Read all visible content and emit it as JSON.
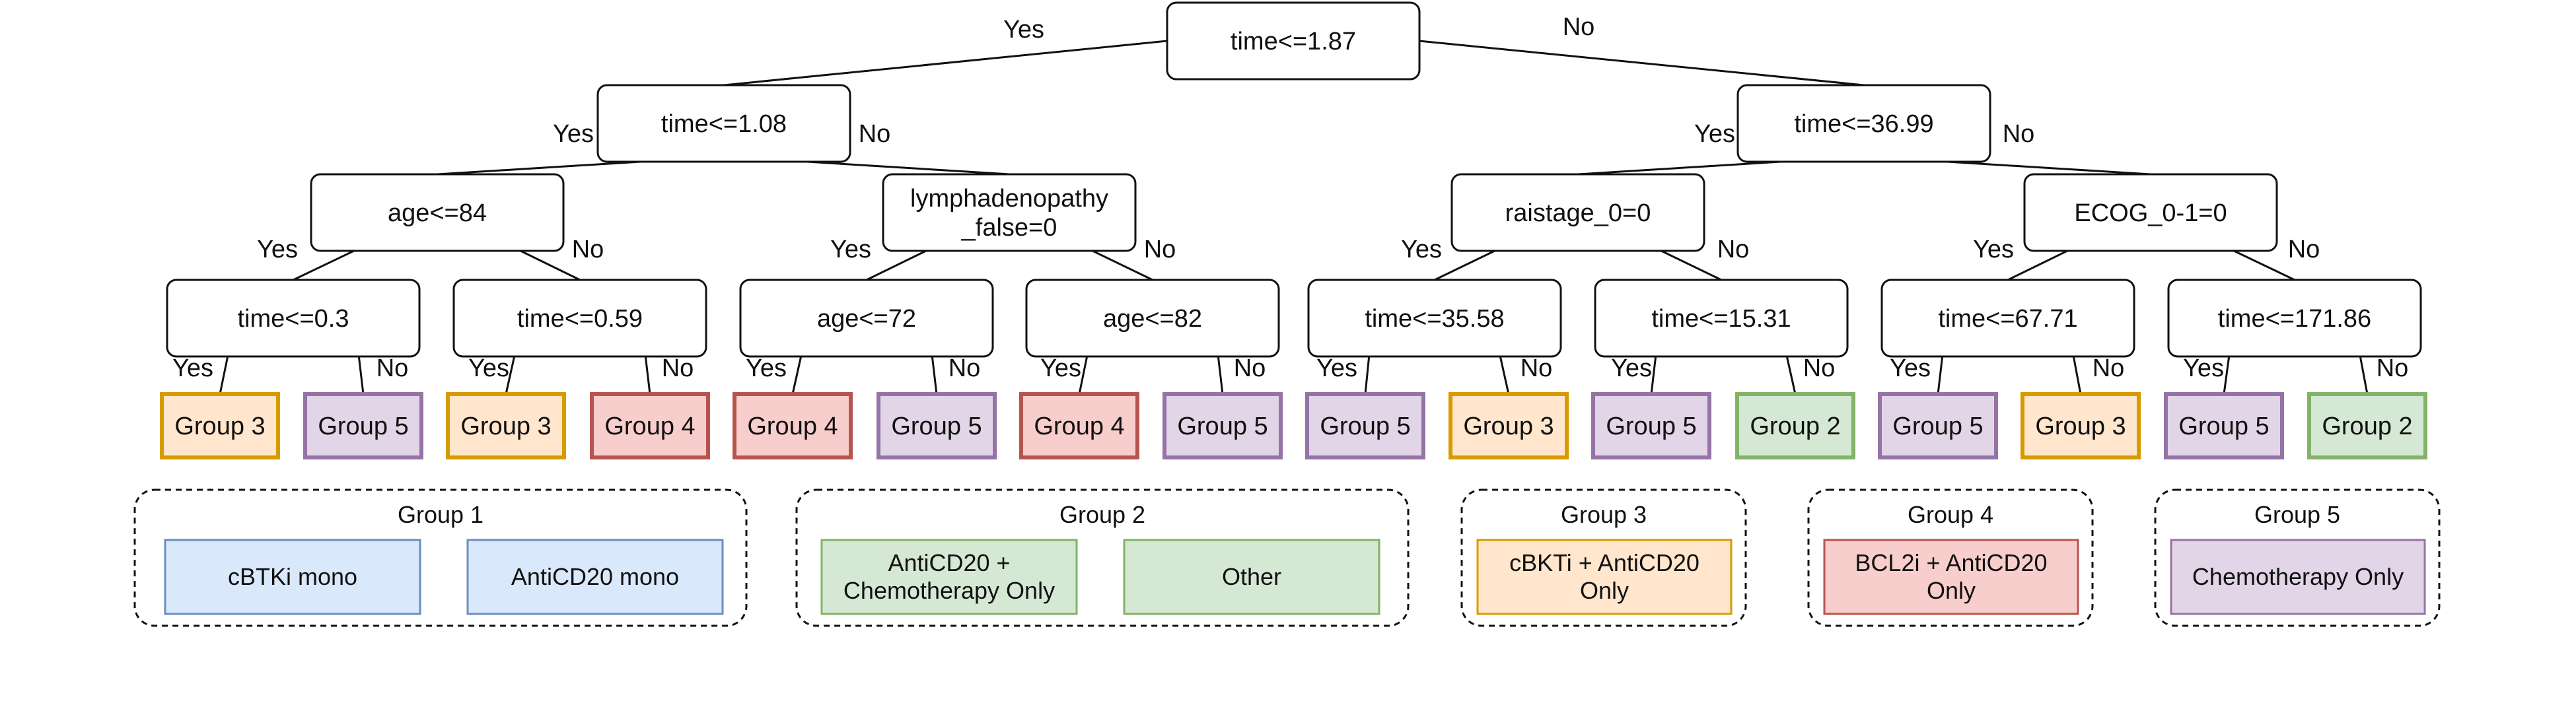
{
  "tree": {
    "nodes": [
      {
        "id": "n1",
        "lines": [
          "time<=1.87"
        ]
      },
      {
        "id": "n2",
        "lines": [
          "time<=1.08"
        ]
      },
      {
        "id": "n3",
        "lines": [
          "time<=36.99"
        ]
      },
      {
        "id": "n4",
        "lines": [
          "age<=84"
        ]
      },
      {
        "id": "n5",
        "lines": [
          "lymphadenopathy",
          "_false=0"
        ]
      },
      {
        "id": "n6",
        "lines": [
          "raistage_0=0"
        ]
      },
      {
        "id": "n7",
        "lines": [
          "ECOG_0-1=0"
        ]
      },
      {
        "id": "n8",
        "lines": [
          "time<=0.3"
        ]
      },
      {
        "id": "n9",
        "lines": [
          "time<=0.59"
        ]
      },
      {
        "id": "n10",
        "lines": [
          "age<=72"
        ]
      },
      {
        "id": "n11",
        "lines": [
          "age<=82"
        ]
      },
      {
        "id": "n12",
        "lines": [
          "time<=35.58"
        ]
      },
      {
        "id": "n13",
        "lines": [
          "time<=15.31"
        ]
      },
      {
        "id": "n14",
        "lines": [
          "time<=67.71"
        ]
      },
      {
        "id": "n15",
        "lines": [
          "time<=171.86"
        ]
      }
    ],
    "leaves": [
      {
        "label": "Group 3",
        "group": 3
      },
      {
        "label": "Group 5",
        "group": 5
      },
      {
        "label": "Group 3",
        "group": 3
      },
      {
        "label": "Group 4",
        "group": 4
      },
      {
        "label": "Group 4",
        "group": 4
      },
      {
        "label": "Group 5",
        "group": 5
      },
      {
        "label": "Group 4",
        "group": 4
      },
      {
        "label": "Group 5",
        "group": 5
      },
      {
        "label": "Group 5",
        "group": 5
      },
      {
        "label": "Group 3",
        "group": 3
      },
      {
        "label": "Group 5",
        "group": 5
      },
      {
        "label": "Group 2",
        "group": 2
      },
      {
        "label": "Group 5",
        "group": 5
      },
      {
        "label": "Group 3",
        "group": 3
      },
      {
        "label": "Group 5",
        "group": 5
      },
      {
        "label": "Group 2",
        "group": 2
      }
    ],
    "edge_labels": {
      "yes": "Yes",
      "no": "No"
    }
  },
  "legend": [
    {
      "title": "Group 1",
      "items": [
        [
          "cBTKi mono"
        ],
        [
          "AntiCD20 mono"
        ]
      ]
    },
    {
      "title": "Group 2",
      "items": [
        [
          "AntiCD20 +",
          "Chemotherapy Only"
        ],
        [
          "Other"
        ]
      ]
    },
    {
      "title": "Group 3",
      "items": [
        [
          "cBKTi + AntiCD20",
          "Only"
        ]
      ]
    },
    {
      "title": "Group 4",
      "items": [
        [
          "BCL2i + AntiCD20",
          "Only"
        ]
      ]
    },
    {
      "title": "Group 5",
      "items": [
        [
          "Chemotherapy Only"
        ]
      ]
    }
  ],
  "colors": {
    "group1": {
      "fill": "#dae8fc",
      "stroke": "#6c8ebf"
    },
    "group2": {
      "fill": "#d5e8d4",
      "stroke": "#82b366"
    },
    "group3": {
      "fill": "#ffe6cc",
      "stroke": "#d79b00"
    },
    "group4": {
      "fill": "#f8cecc",
      "stroke": "#b85450"
    },
    "group5": {
      "fill": "#e1d5e7",
      "stroke": "#9673a6"
    }
  }
}
